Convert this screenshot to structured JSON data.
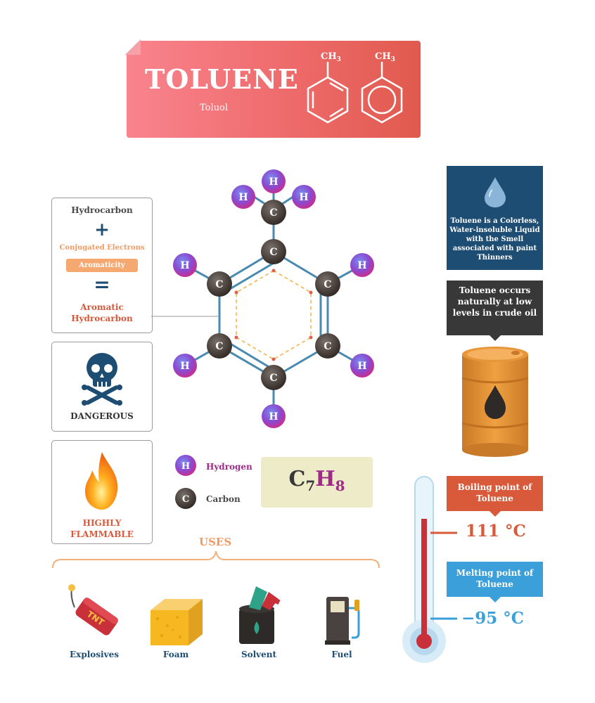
{
  "header": {
    "title": "TOLUENE",
    "subtitle": "Toluol",
    "methyl_label": "CH",
    "methyl_sub": "3"
  },
  "hydrocarbon_box": {
    "title": "Hydrocarbon",
    "plus": "+",
    "conjugated": "Conjugated Electrons",
    "aromaticity": "Aromaticity",
    "equals": "=",
    "result_line1": "Aromatic",
    "result_line2": "Hydrocarbon"
  },
  "danger_box": {
    "label": "DANGEROUS",
    "icon": "skull-crossbones-icon"
  },
  "flammable_box": {
    "line1": "HIGHLY",
    "line2": "FLAMMABLE",
    "icon": "flame-icon"
  },
  "molecule": {
    "hydrogen_symbol": "H",
    "carbon_symbol": "C"
  },
  "legend": {
    "hydrogen_symbol": "H",
    "hydrogen_label": "Hydrogen",
    "carbon_symbol": "C",
    "carbon_label": "Carbon"
  },
  "formula": {
    "c": "C",
    "c_count": "7",
    "h": "H",
    "h_count": "8"
  },
  "info_blue": {
    "text": "Toluene is a Colorless, Water-insoluble Liquid with the Smell associated with paint Thinners",
    "icon": "water-drop-icon"
  },
  "info_dark": {
    "text": "Toluene occurs naturally at low levels in crude oil",
    "icon": "oil-barrel-icon"
  },
  "boiling": {
    "label_line1": "Boiling point of",
    "label_line2": "Toluene",
    "value": "111 °C"
  },
  "melting": {
    "label_line1": "Melting point of",
    "label_line2": "Toluene",
    "value": "−95 °C"
  },
  "uses": {
    "title": "USES",
    "items": [
      {
        "label": "Explosives",
        "icon": "tnt-dynamite-icon"
      },
      {
        "label": "Foam",
        "icon": "foam-block-icon"
      },
      {
        "label": "Solvent",
        "icon": "paint-can-icon"
      },
      {
        "label": "Fuel",
        "icon": "fuel-pump-icon"
      }
    ]
  },
  "colors": {
    "navy": "#1e4d73",
    "red": "#d95a3a",
    "blue": "#3b9fd9",
    "orange": "#f09a62",
    "hydrogen": "#a02a8a",
    "carbon": "#4a403c"
  }
}
